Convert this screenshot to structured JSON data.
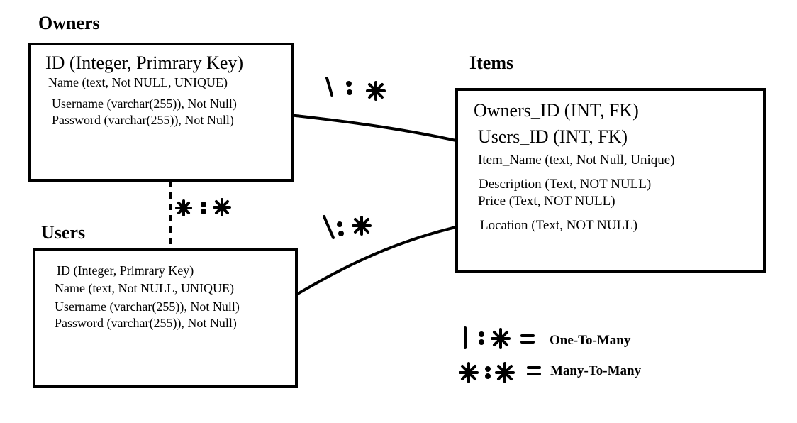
{
  "tables": {
    "owners": {
      "title": "Owners",
      "fields": [
        "ID (Integer, Primrary Key)",
        "Name (text, Not NULL, UNIQUE)",
        "Username (varchar(255)), Not Null)",
        "Password (varchar(255)), Not Null)"
      ]
    },
    "users": {
      "title": "Users",
      "fields": [
        "ID (Integer, Primrary Key)",
        "Name (text, Not NULL, UNIQUE)",
        "Username (varchar(255)), Not Null)",
        "Password (varchar(255)), Not Null)"
      ]
    },
    "items": {
      "title": "Items",
      "fields": [
        "Owners_ID (INT, FK)",
        "Users_ID (INT, FK)",
        "Item_Name (text, Not Null, Unique)",
        "Description (Text, NOT NULL)",
        "Price (Text, NOT NULL)",
        "Location (Text, NOT NULL)"
      ]
    }
  },
  "relationships": [
    {
      "from": "Owners",
      "to": "Items",
      "cardinality": "1 : *"
    },
    {
      "from": "Users",
      "to": "Items",
      "cardinality": "1 : *"
    },
    {
      "from": "Owners",
      "to": "Users",
      "cardinality": "* : *"
    }
  ],
  "legend": [
    {
      "symbol": "1 : *",
      "label": "One-To-Many"
    },
    {
      "symbol": "* : *",
      "label": "Many-To-Many"
    }
  ]
}
